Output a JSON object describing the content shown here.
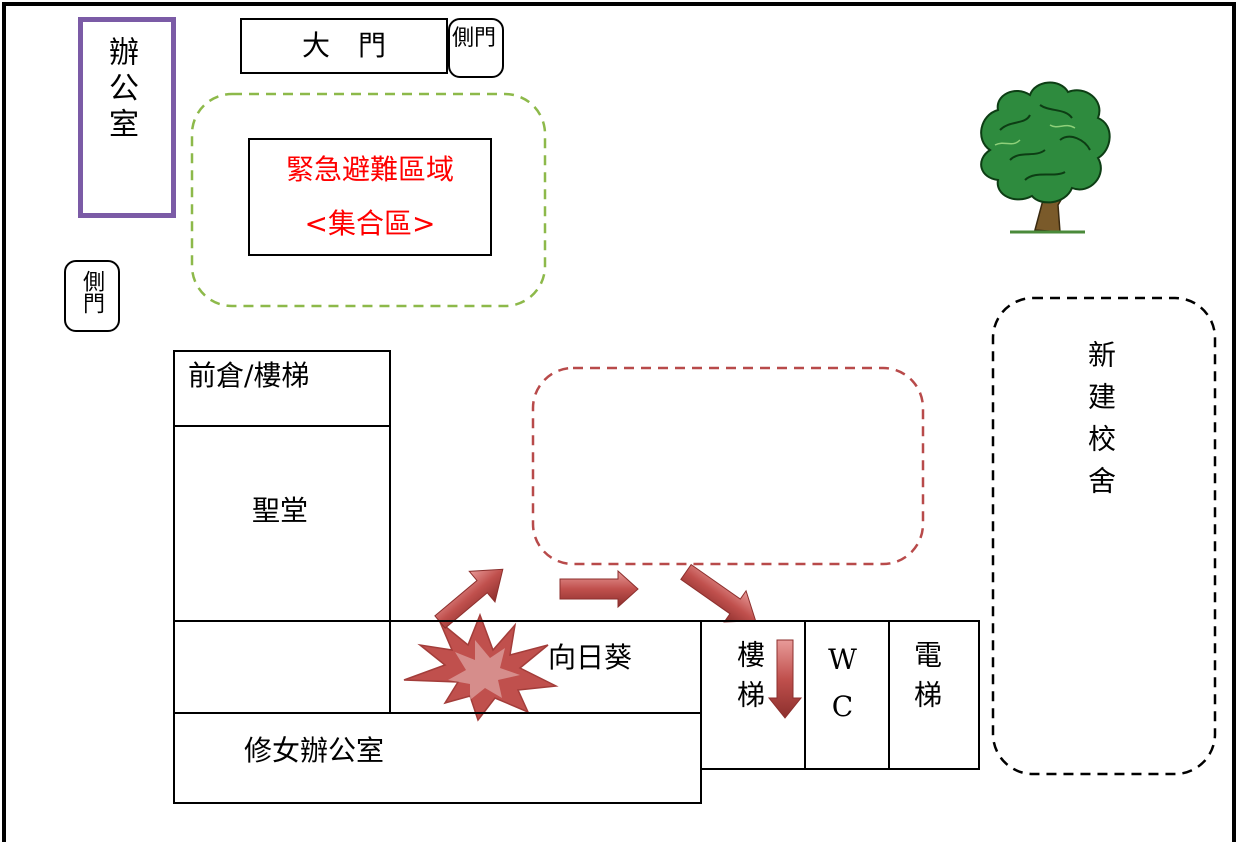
{
  "office": {
    "label": "辦公室",
    "border_color": "#7b5ba6"
  },
  "main_gate": {
    "label": "大　門"
  },
  "side_door_top": {
    "label": "側門"
  },
  "side_door_left": {
    "label": "側門"
  },
  "assembly": {
    "title": "緊急避難區域",
    "subtitle": "<集合區>",
    "text_color": "#ff0000",
    "outline_color": "#8db94a"
  },
  "rooms": {
    "front_storage": "前倉/樓梯",
    "chapel": "聖堂",
    "sunflower": "向日葵",
    "nuns_office": "修女辦公室",
    "stairs": "樓梯",
    "wc": "WC",
    "elevator": "電梯"
  },
  "new_building": {
    "label": "新建校舍"
  },
  "open_area": {
    "outline_color": "#b84a4a"
  },
  "icons": {
    "tree": "tree-icon",
    "explosion": "explosion-icon",
    "arrow": "evacuation-arrow-icon"
  },
  "colors": {
    "arrow": "#c0504d",
    "explosion": "#c0504d"
  }
}
